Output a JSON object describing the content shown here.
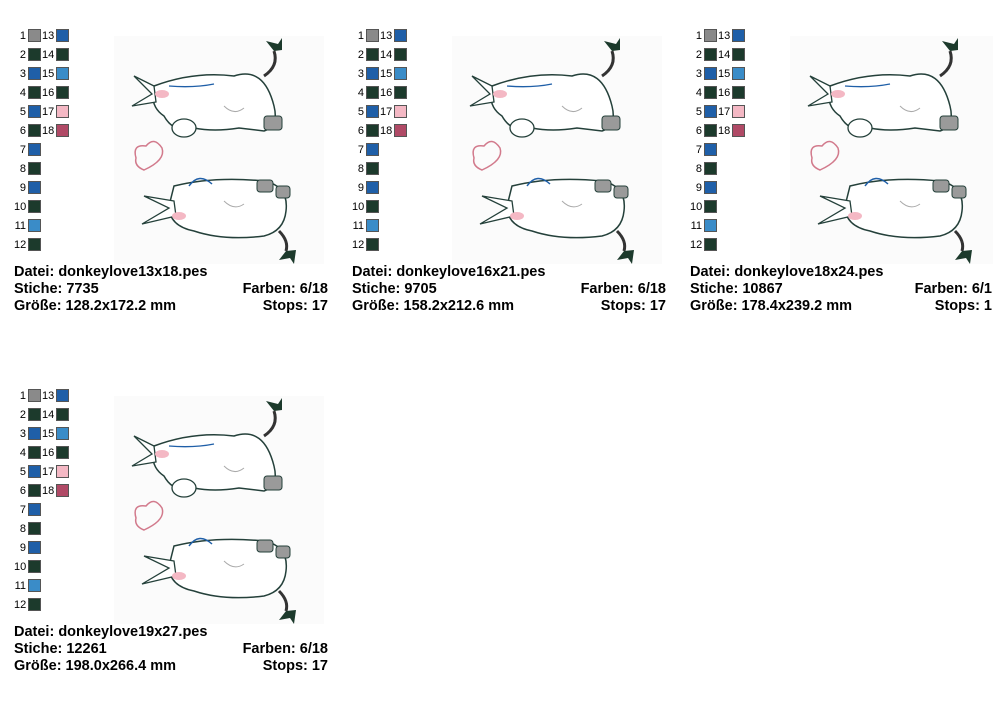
{
  "colors": {
    "1": "#8a8a8a",
    "2": "#1c3a2c",
    "3": "#1f5fa8",
    "4": "#1c3a2c",
    "5": "#1f5fa8",
    "6": "#1c3a2c",
    "7": "#1f5fa8",
    "8": "#1c3a2c",
    "9": "#1f5fa8",
    "10": "#1c3a2c",
    "11": "#3a8cc8",
    "12": "#1c3a2c",
    "13": "#1f5fa8",
    "14": "#1c3a2c",
    "15": "#3a8cc8",
    "16": "#1c3a2c",
    "17": "#f4b8c4",
    "18": "#b04a66"
  },
  "legend_numbers": [
    "1",
    "2",
    "3",
    "4",
    "5",
    "6",
    "7",
    "8",
    "9",
    "10",
    "11",
    "12",
    "13",
    "14",
    "15",
    "16",
    "17",
    "18"
  ],
  "panels": [
    {
      "file_label": "Datei: donkeylove13x18.pes",
      "stitches_label": "Stiche: 7735",
      "colors_label": "Farben: 6/18",
      "size_label": "Größe: 128.2x172.2 mm",
      "stops_label": "Stops: 17"
    },
    {
      "file_label": "Datei: donkeylove16x21.pes",
      "stitches_label": "Stiche: 9705",
      "colors_label": "Farben: 6/18",
      "size_label": "Größe: 158.2x212.6 mm",
      "stops_label": "Stops: 17"
    },
    {
      "file_label": "Datei: donkeylove18x24.pes",
      "stitches_label": "Stiche: 10867",
      "colors_label": "Farben: 6/1",
      "size_label": "Größe: 178.4x239.2 mm",
      "stops_label": "Stops: 1"
    },
    {
      "file_label": "Datei: donkeylove19x27.pes",
      "stitches_label": "Stiche: 12261",
      "colors_label": "Farben: 6/18",
      "size_label": "Größe: 198.0x266.4 mm",
      "stops_label": "Stops: 17"
    }
  ]
}
